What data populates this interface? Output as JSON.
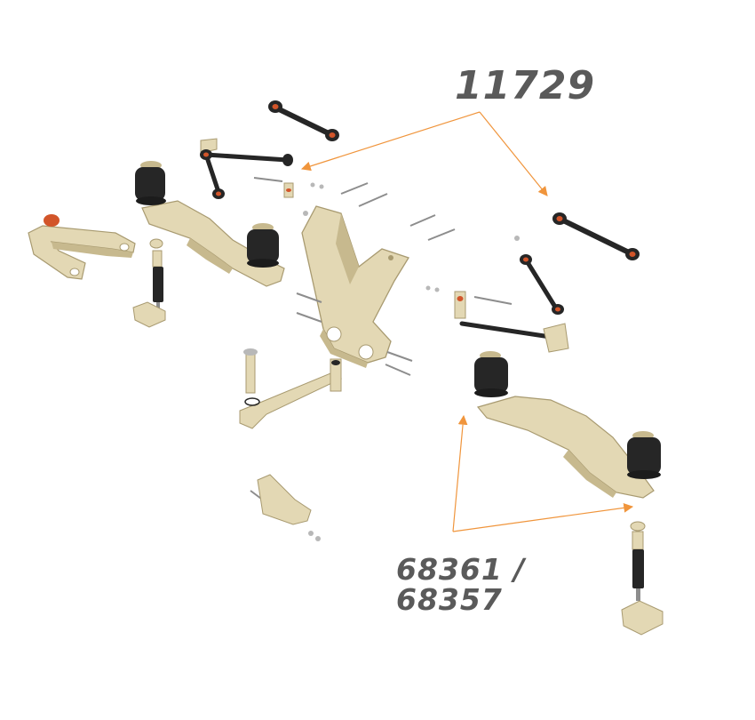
{
  "callouts": {
    "top_part": "11729",
    "bottom_line1": "68361 /",
    "bottom_line2": "68357"
  },
  "colors": {
    "casting": "#e3d8b4",
    "casting_shadow": "#c7b98e",
    "casting_dark": "#a89a70",
    "rubber": "#262626",
    "bushing": "#d2552a",
    "steel": "#b8b8b8",
    "arrow": "#f0953c",
    "label": "#5a5a5a"
  }
}
